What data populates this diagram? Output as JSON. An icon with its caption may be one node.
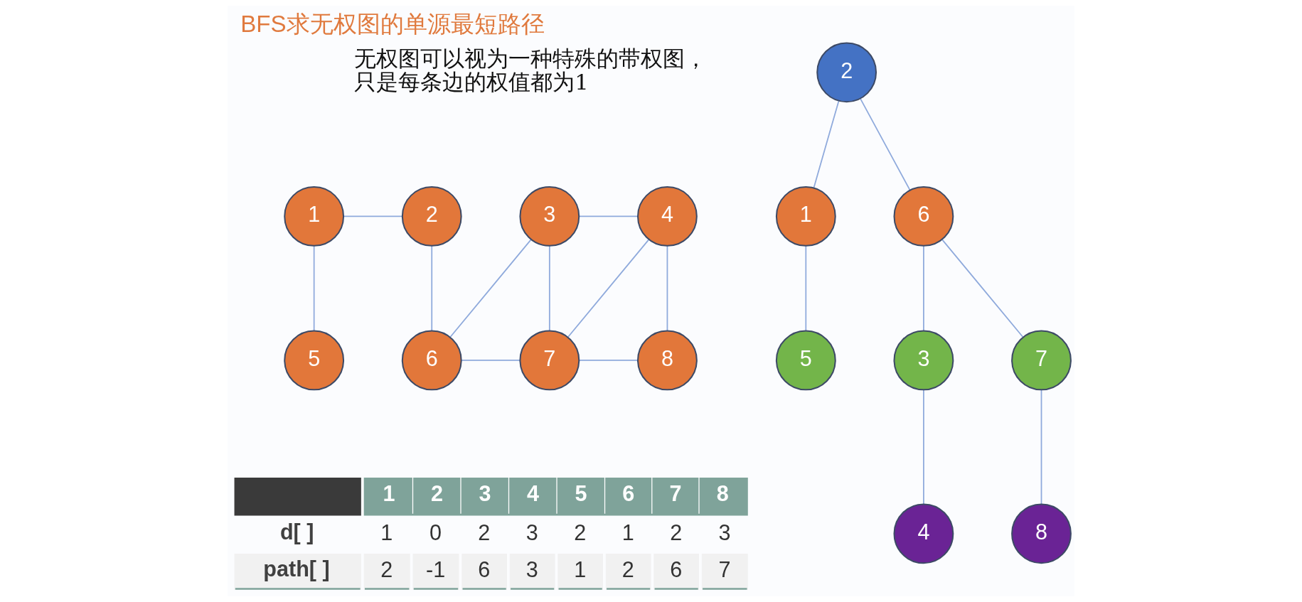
{
  "diagram": {
    "title": "BFS求无权图的单源最短路径",
    "nodes": [
      {
        "text": [
          "1"
        ]
      },
      {
        "text": [
          "2"
        ]
      },
      {
        "text": [
          "3"
        ]
      },
      {
        "text": [
          "4"
        ]
      },
      {
        "text": [
          "5"
        ]
      },
      {
        "text": [
          "6"
        ]
      },
      {
        "text": [
          "7"
        ]
      },
      {
        "text": [
          "8"
        ]
      },
      {
        "text": [
          "2"
        ]
      },
      {
        "text": [
          "1"
        ]
      },
      {
        "text": [
          "6"
        ]
      },
      {
        "text": [
          "5"
        ]
      },
      {
        "text": [
          "3"
        ]
      },
      {
        "text": [
          "7"
        ]
      },
      {
        "text": [
          "4"
        ]
      },
      {
        "text": [
          "8"
        ]
      }
    ],
    "edges": [
      {
        "from": 0,
        "to": 1,
        "arrow": "none"
      },
      {
        "from": 2,
        "to": 3,
        "arrow": "none"
      },
      {
        "from": 0,
        "to": 4,
        "arrow": "none"
      },
      {
        "from": 1,
        "to": 5,
        "arrow": "none"
      },
      {
        "from": 2,
        "to": 5,
        "arrow": "none"
      },
      {
        "from": 2,
        "to": 6,
        "arrow": "none"
      },
      {
        "from": 3,
        "to": 6,
        "arrow": "none"
      },
      {
        "from": 3,
        "to": 7,
        "arrow": "none"
      },
      {
        "from": 5,
        "to": 6,
        "arrow": "none"
      },
      {
        "from": 6,
        "to": 7,
        "arrow": "none"
      },
      {
        "from": 8,
        "to": 9,
        "arrow": "none"
      },
      {
        "from": 8,
        "to": 10,
        "arrow": "none"
      },
      {
        "from": 9,
        "to": 11,
        "arrow": "none"
      },
      {
        "from": 10,
        "to": 12,
        "arrow": "none"
      },
      {
        "from": 10,
        "to": 13,
        "arrow": "none"
      },
      {
        "from": 12,
        "to": 14,
        "arrow": "none"
      },
      {
        "from": 13,
        "to": 15,
        "arrow": "none"
      }
    ],
    "labels": [
      "无权图可以视为一种特殊的带权图，只是每条边的权值都为1",
      "1",
      "2",
      "3",
      "4",
      "5",
      "6",
      "7",
      "8",
      "d[ ]",
      "1",
      "0",
      "2",
      "3",
      "2",
      "1",
      "2",
      "3",
      "path[ ]",
      "2",
      "-1",
      "6",
      "3",
      "1",
      "2",
      "6",
      "7"
    ]
  }
}
